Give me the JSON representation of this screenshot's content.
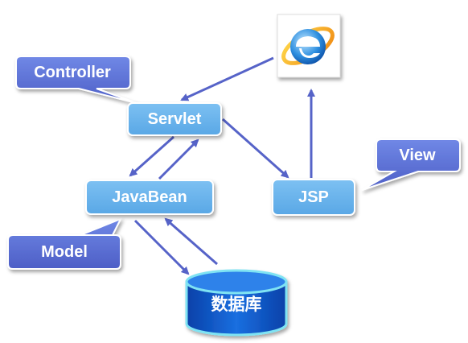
{
  "nodes": {
    "servlet": "Servlet",
    "javabean": "JavaBean",
    "jsp": "JSP",
    "database": "数据库"
  },
  "callouts": {
    "controller": "Controller",
    "view": "View",
    "model": "Model"
  },
  "colors": {
    "node_fill": "#64b0ea",
    "callout_fill": "#5b6fd6",
    "arrow": "#5663c8",
    "database_fill": "#0b55cc",
    "database_glow": "#7fe3f3"
  }
}
